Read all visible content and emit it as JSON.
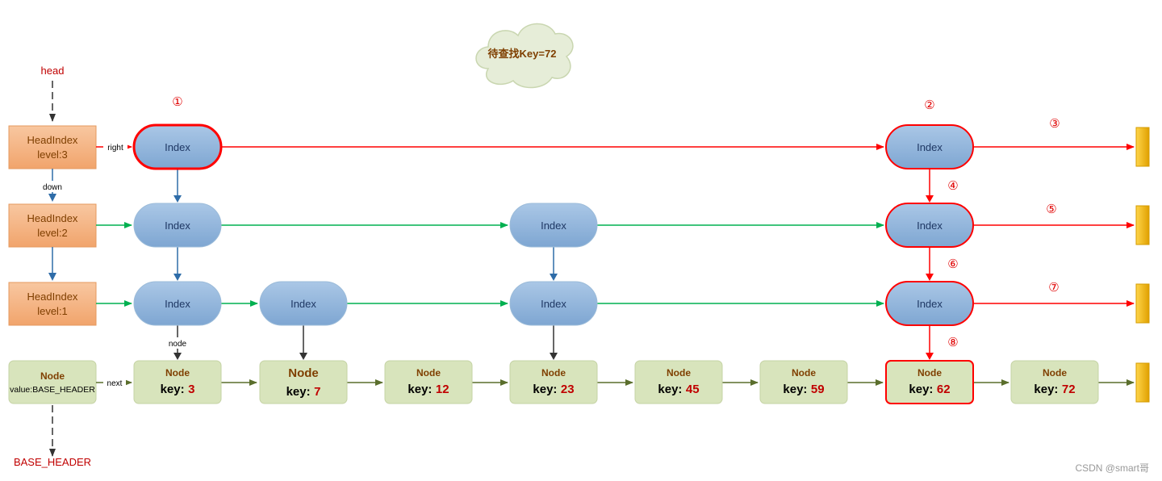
{
  "cloud": {
    "text": "待查找Key=72"
  },
  "head_label": "head",
  "base_header_label": "BASE_HEADER",
  "head_indexes": [
    {
      "title": "HeadIndex",
      "level": "level:3"
    },
    {
      "title": "HeadIndex",
      "level": "level:2"
    },
    {
      "title": "HeadIndex",
      "level": "level:1"
    }
  ],
  "header_node": {
    "title": "Node",
    "value": "value:BASE_HEADER"
  },
  "edge_labels": {
    "right": "right",
    "down": "down",
    "node": "node",
    "next": "next"
  },
  "index_label": "Index",
  "nodes": [
    {
      "title": "Node",
      "key_label": "key:",
      "key": "3"
    },
    {
      "title": "Node",
      "key_label": "key:",
      "key": "7"
    },
    {
      "title": "Node",
      "key_label": "key:",
      "key": "12"
    },
    {
      "title": "Node",
      "key_label": "key:",
      "key": "23"
    },
    {
      "title": "Node",
      "key_label": "key:",
      "key": "45"
    },
    {
      "title": "Node",
      "key_label": "key:",
      "key": "59"
    },
    {
      "title": "Node",
      "key_label": "key:",
      "key": "62"
    },
    {
      "title": "Node",
      "key_label": "key:",
      "key": "72"
    }
  ],
  "steps": [
    "①",
    "②",
    "③",
    "④",
    "⑤",
    "⑥",
    "⑦",
    "⑧"
  ],
  "watermark": "CSDN @smart哥",
  "colors": {
    "search_path": "#ff0000",
    "level2_link": "#00b050",
    "level1_link": "#00b050",
    "node_link": "#5a6e2c",
    "down_link": "#2e6ca8",
    "index_fill": "#8eb4dc",
    "head_fill": "#f4b183",
    "node_fill": "#d8e4bc",
    "tail_fill": "#ffc000"
  }
}
